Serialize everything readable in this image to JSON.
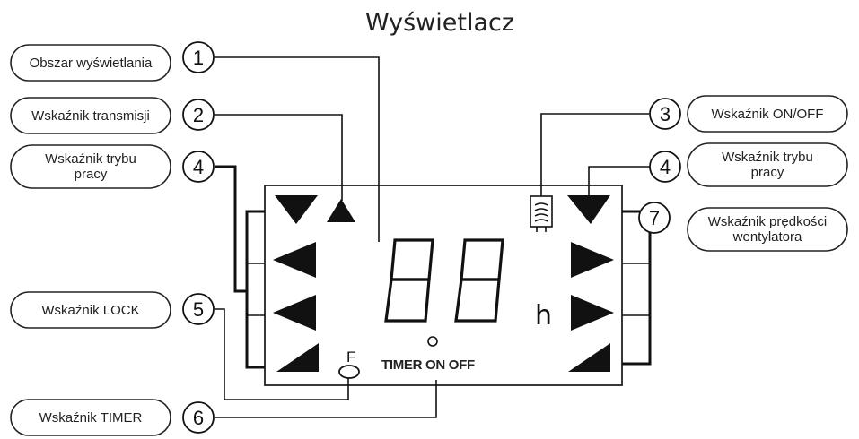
{
  "title": "Wyświetlacz",
  "callouts": {
    "c1": {
      "number": "1",
      "label": "Obszar wyświetlania"
    },
    "c2": {
      "number": "2",
      "label": "Wskaźnik transmisji"
    },
    "c3": {
      "number": "3",
      "label": "Wskaźnik ON/OFF"
    },
    "c4_left": {
      "number": "4",
      "label_line1": "Wskaźnik trybu",
      "label_line2": "pracy"
    },
    "c4_right": {
      "number": "4",
      "label_line1": "Wskaźnik trybu",
      "label_line2": "pracy"
    },
    "c5": {
      "number": "5",
      "label": "Wskaźnik LOCK"
    },
    "c6": {
      "number": "6",
      "label": "Wskaźnik TIMER"
    },
    "c7": {
      "number": "7",
      "label_line1": "Wskaźnik prędkości",
      "label_line2": "wentylatora"
    }
  },
  "display": {
    "digits": "88",
    "hour_unit": "h",
    "lock_letter": "F",
    "timer_text": "TIMER ON OFF"
  }
}
